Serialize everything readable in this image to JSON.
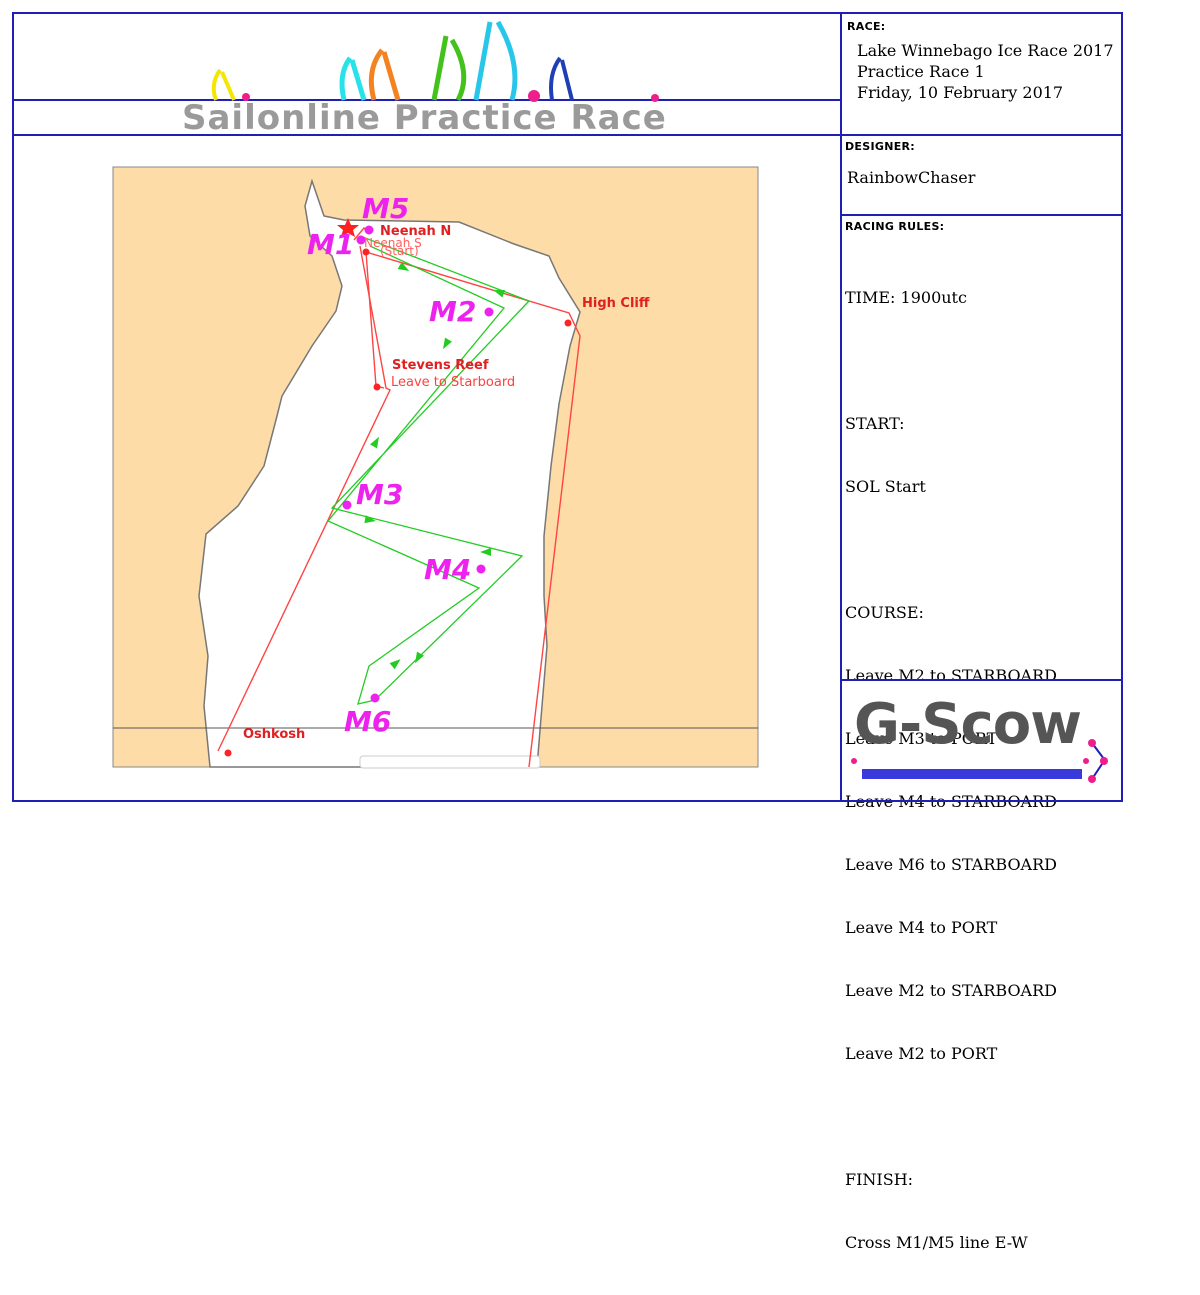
{
  "header": {
    "banner_title": "Sailonline Practice Race"
  },
  "race_panel": {
    "label": "RACE:",
    "lines": [
      "Lake Winnebago Ice Race 2017",
      "Practice Race 1",
      "Friday, 10 February 2017"
    ]
  },
  "designer_panel": {
    "label": "DESIGNER:",
    "name": "RainbowChaser"
  },
  "rules_panel": {
    "label": "RACING RULES:",
    "time": "TIME: 1900utc",
    "start_label": "START:",
    "start_value": "SOL Start",
    "course_label": "COURSE:",
    "course_items": [
      "Leave M2 to STARBOARD",
      "Leave M3 to PORT",
      "Leave M4 to STARBOARD",
      "Leave M6 to STARBOARD",
      "Leave M4 to PORT",
      "Leave M2 to STARBOARD",
      "Leave M2 to PORT"
    ],
    "finish_label": "FINISH:",
    "finish_value": "Cross M1/M5 line E-W"
  },
  "logo": {
    "text": "G-Scow"
  },
  "map": {
    "marks": [
      "M1",
      "M2",
      "M3",
      "M4",
      "M5",
      "M6"
    ],
    "places": {
      "neenah_n": "Neenah N",
      "neenah_s": "Neenah S",
      "start": "(Start)",
      "high_cliff": "High Cliff",
      "stevens_reef": "Stevens Reef",
      "leave_starboard": "Leave to Starboard",
      "oshkosh": "Oshkosh"
    },
    "colors": {
      "land": "#fddca8",
      "water": "#ffffff",
      "course_green": "#22cc22",
      "rhumb_red": "#ff4444",
      "mark_magenta": "#ee22ee",
      "label_red": "#ff2222"
    }
  }
}
